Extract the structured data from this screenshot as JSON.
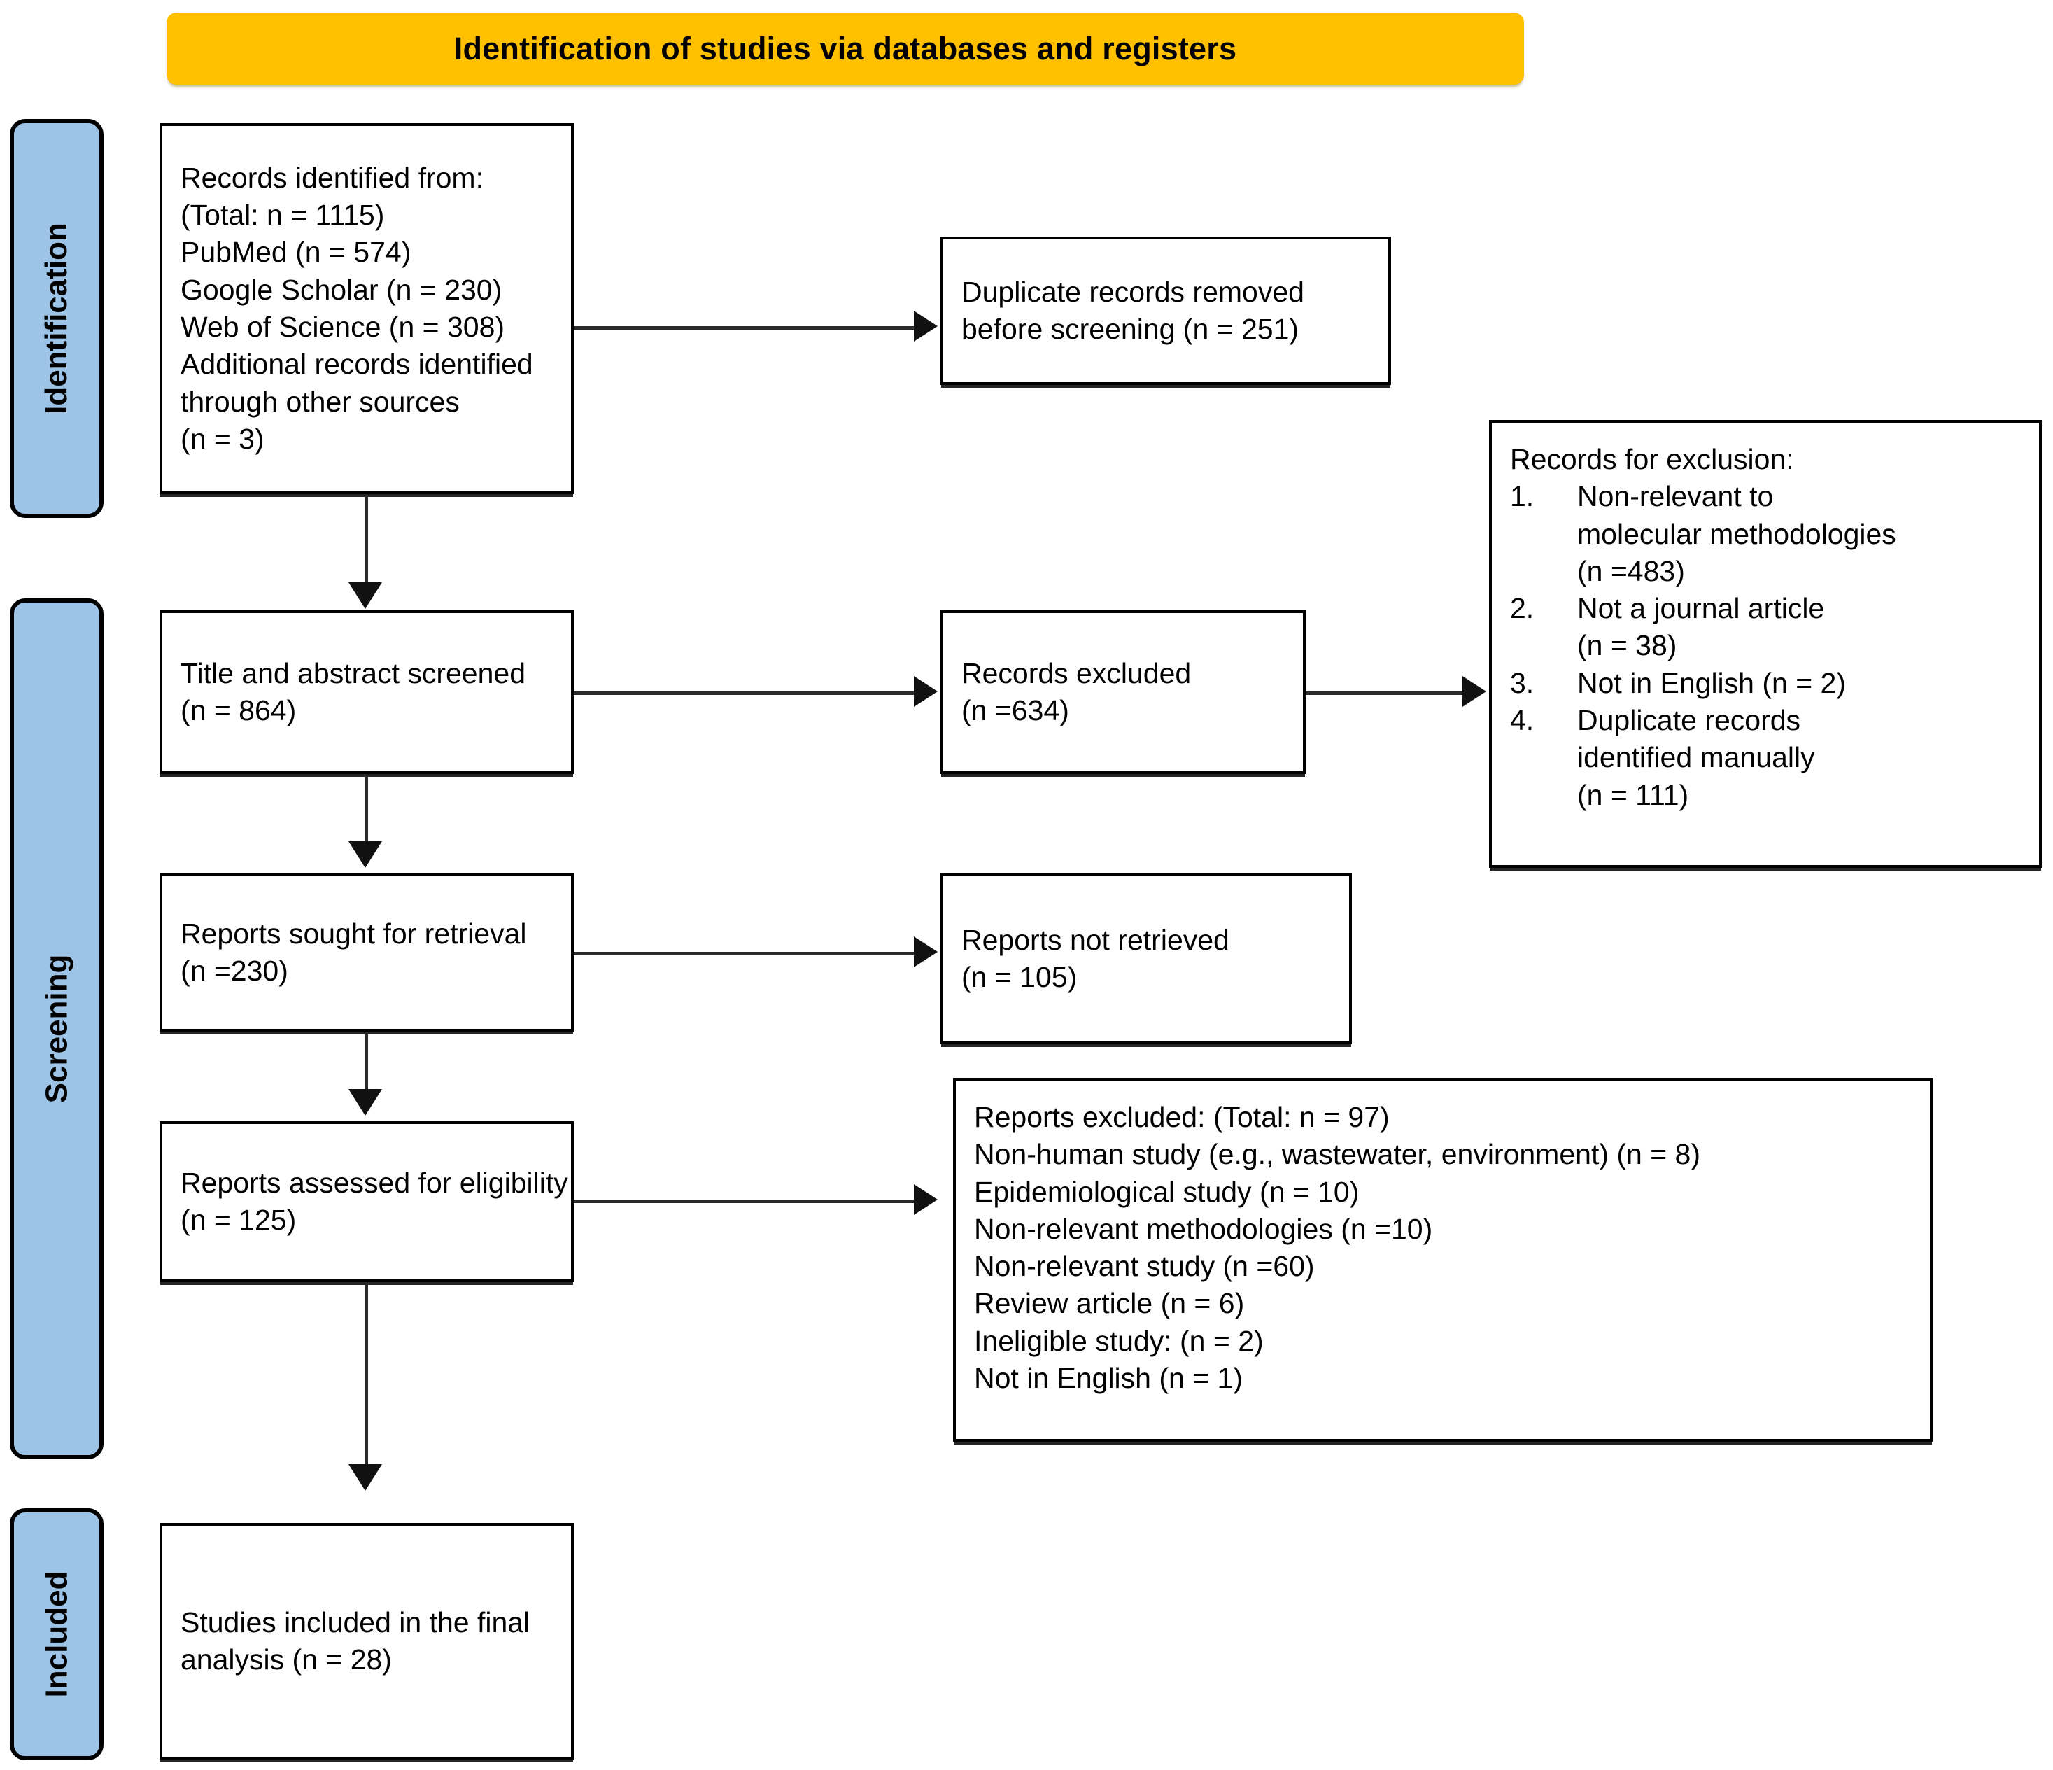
{
  "banner": {
    "title": "Identification of studies via databases and registers",
    "color": "#FFC000"
  },
  "rails": {
    "color": "#9DC3E6",
    "identification": "Identification",
    "screening": "Screening",
    "included": "Included"
  },
  "boxes": {
    "identified": {
      "lines": [
        "Records identified from:",
        "(Total: n = 1115)",
        "PubMed (n = 574)",
        "Google Scholar (n = 230)",
        "Web of Science (n = 308)",
        "Additional records identified",
        "through other sources",
        "(n = 3)"
      ]
    },
    "duplicates": {
      "lines": [
        "Duplicate records removed",
        "before screening (n = 251)"
      ]
    },
    "exclusion": {
      "heading": "Records for exclusion:",
      "items": [
        {
          "num": "1.",
          "lines": [
            "Non-relevant to",
            "molecular methodologies",
            "(n =483)"
          ]
        },
        {
          "num": "2.",
          "lines": [
            "Not a journal article",
            "(n = 38)"
          ]
        },
        {
          "num": "3.",
          "lines": [
            "Not in English (n = 2)"
          ]
        },
        {
          "num": "4.",
          "lines": [
            "Duplicate records",
            "identified manually",
            "(n = 111)"
          ]
        }
      ]
    },
    "screened": {
      "lines": [
        "Title and abstract screened",
        "(n = 864)"
      ]
    },
    "records_excluded": {
      "lines": [
        "Records excluded",
        "(n =634)"
      ]
    },
    "sought": {
      "lines": [
        "Reports sought for retrieval",
        "(n =230)"
      ]
    },
    "not_retrieved": {
      "lines": [
        "Reports not retrieved",
        "(n = 105)"
      ]
    },
    "eligibility": {
      "lines": [
        "Reports assessed for eligibility",
        "(n = 125)"
      ]
    },
    "reports_excluded": {
      "lines": [
        "Reports excluded: (Total: n = 97)",
        "Non-human study (e.g., wastewater, environment) (n = 8)",
        "Epidemiological study (n = 10)",
        "Non-relevant methodologies (n =10)",
        "Non-relevant study (n =60)",
        "Review article (n = 6)",
        "Ineligible study: (n = 2)",
        "Not in English (n = 1)"
      ]
    },
    "included": {
      "lines": [
        "Studies included in the final",
        "analysis (n = 28)"
      ]
    }
  }
}
